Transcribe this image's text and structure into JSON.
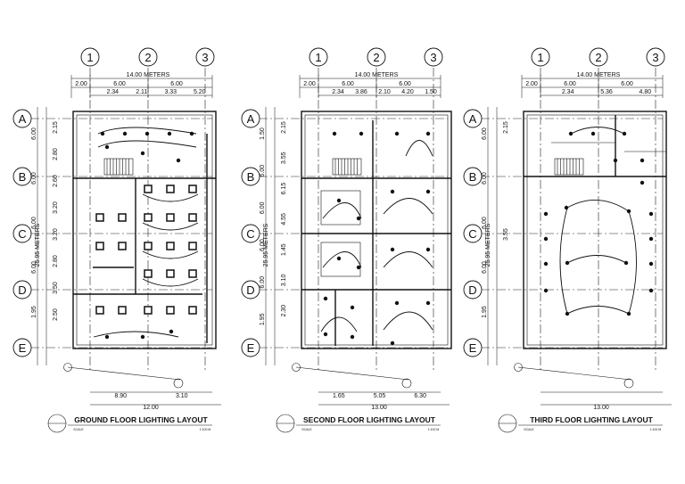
{
  "plans": [
    {
      "id": "ground",
      "title": "GROUND FLOOR LIGHTING LAYOUT",
      "scale_label": "SCALE",
      "scale_value": "1:100 M",
      "columns": [
        "1",
        "2",
        "3"
      ],
      "rows": [
        "A",
        "B",
        "C",
        "D",
        "E"
      ],
      "overall_width": "14.00 METERS",
      "top_dims_1": [
        "2.00",
        "6.00",
        "6.00"
      ],
      "top_dims_2": [
        "2.34",
        "2.11",
        "3.33",
        "5.20"
      ],
      "overall_depth": "25.95 METERS",
      "side_dims_1": [
        "6.00",
        "6.00",
        "6.00",
        "6.00",
        "1.95"
      ],
      "side_dims_2": [
        "2.15",
        "2.80",
        "2.60",
        "3.20",
        "3.20",
        "2.80",
        "3.50",
        "2.50"
      ],
      "bottom_dims_1": [
        "8.90",
        "3.10"
      ],
      "bottom_dims_2": [
        "12.00"
      ]
    },
    {
      "id": "second",
      "title": "SECOND FLOOR LIGHTING LAYOUT",
      "scale_label": "SCALE",
      "scale_value": "1:100 M",
      "columns": [
        "1",
        "2",
        "3"
      ],
      "rows": [
        "A",
        "B",
        "C",
        "D",
        "E"
      ],
      "overall_width": "14.00 METERS",
      "top_dims_1": [
        "2.00",
        "6.00",
        "6.00"
      ],
      "top_dims_2": [
        "2.34",
        "3.86",
        "2.10",
        "4.20",
        "1.50"
      ],
      "overall_depth": "25.95 METERS",
      "side_dims_1": [
        "1.50",
        "6.00",
        "6.00",
        "6.00",
        "6.00",
        "1.95"
      ],
      "side_dims_2": [
        "2.15",
        "3.55",
        "6.15",
        "4.55",
        "1.45",
        "3.10",
        "2.30"
      ],
      "bottom_dims_1": [
        "1.65",
        "5.05",
        "6.30"
      ],
      "bottom_dims_2": [
        "13.00"
      ]
    },
    {
      "id": "third",
      "title": "THIRD FLOOR LIGHTING LAYOUT",
      "scale_label": "SCALE",
      "scale_value": "1:100 M",
      "columns": [
        "1",
        "2",
        "3"
      ],
      "rows": [
        "A",
        "B",
        "C",
        "D",
        "E"
      ],
      "overall_width": "14.00 METERS",
      "top_dims_1": [
        "2.00",
        "6.00",
        "6.00"
      ],
      "top_dims_2": [
        "2.34",
        "5.36",
        "4.80"
      ],
      "overall_depth": "25.95 METERS",
      "side_dims_1": [
        "6.00",
        "6.00",
        "6.00",
        "6.00",
        "1.95"
      ],
      "side_dims_2": [
        "2.15",
        "3.55"
      ],
      "bottom_dims_1": [],
      "bottom_dims_2": [
        "13.00"
      ]
    }
  ]
}
